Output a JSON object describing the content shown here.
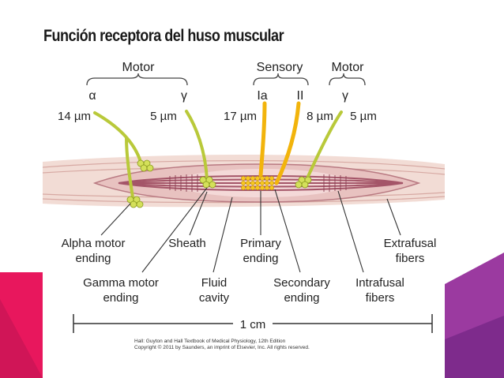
{
  "title": "Función receptora del huso muscular",
  "groups": {
    "motor_left": "Motor",
    "sensory": "Sensory",
    "motor_right": "Motor"
  },
  "fibers": {
    "alpha": "α",
    "gamma_left": "γ",
    "ia": "Ia",
    "ii": "II",
    "gamma_right": "γ"
  },
  "sizes": {
    "alpha": "14 µm",
    "gamma_left": "5 µm",
    "ia": "17 µm",
    "ii": "8 µm",
    "gamma_right": "5 µm"
  },
  "labels": {
    "alpha_motor_ending_1": "Alpha motor",
    "alpha_motor_ending_2": "ending",
    "sheath": "Sheath",
    "primary_ending_1": "Primary",
    "primary_ending_2": "ending",
    "extrafusal_1": "Extrafusal",
    "extrafusal_2": "fibers",
    "gamma_motor_ending_1": "Gamma motor",
    "gamma_motor_ending_2": "ending",
    "fluid_cavity_1": "Fluid",
    "fluid_cavity_2": "cavity",
    "secondary_ending_1": "Secondary",
    "secondary_ending_2": "ending",
    "intrafusal_1": "Intrafusal",
    "intrafusal_2": "fibers"
  },
  "scale_bar": "1 cm",
  "credit_line_1": "Hall: Guyton and Hall Textbook of Medical Physiology, 12th Edition",
  "credit_line_2": "Copyright © 2011 by Saunders, an imprint of Elsevier, Inc. All rights reserved.",
  "colors": {
    "accent_pink": "#e8175d",
    "accent_purple": "#9b3aa0",
    "motor_nerve": "#b9c93a",
    "sensory_nerve": "#f2b40c",
    "extrafusal": "#f1d9d3",
    "intrafusal": "#a45568"
  }
}
